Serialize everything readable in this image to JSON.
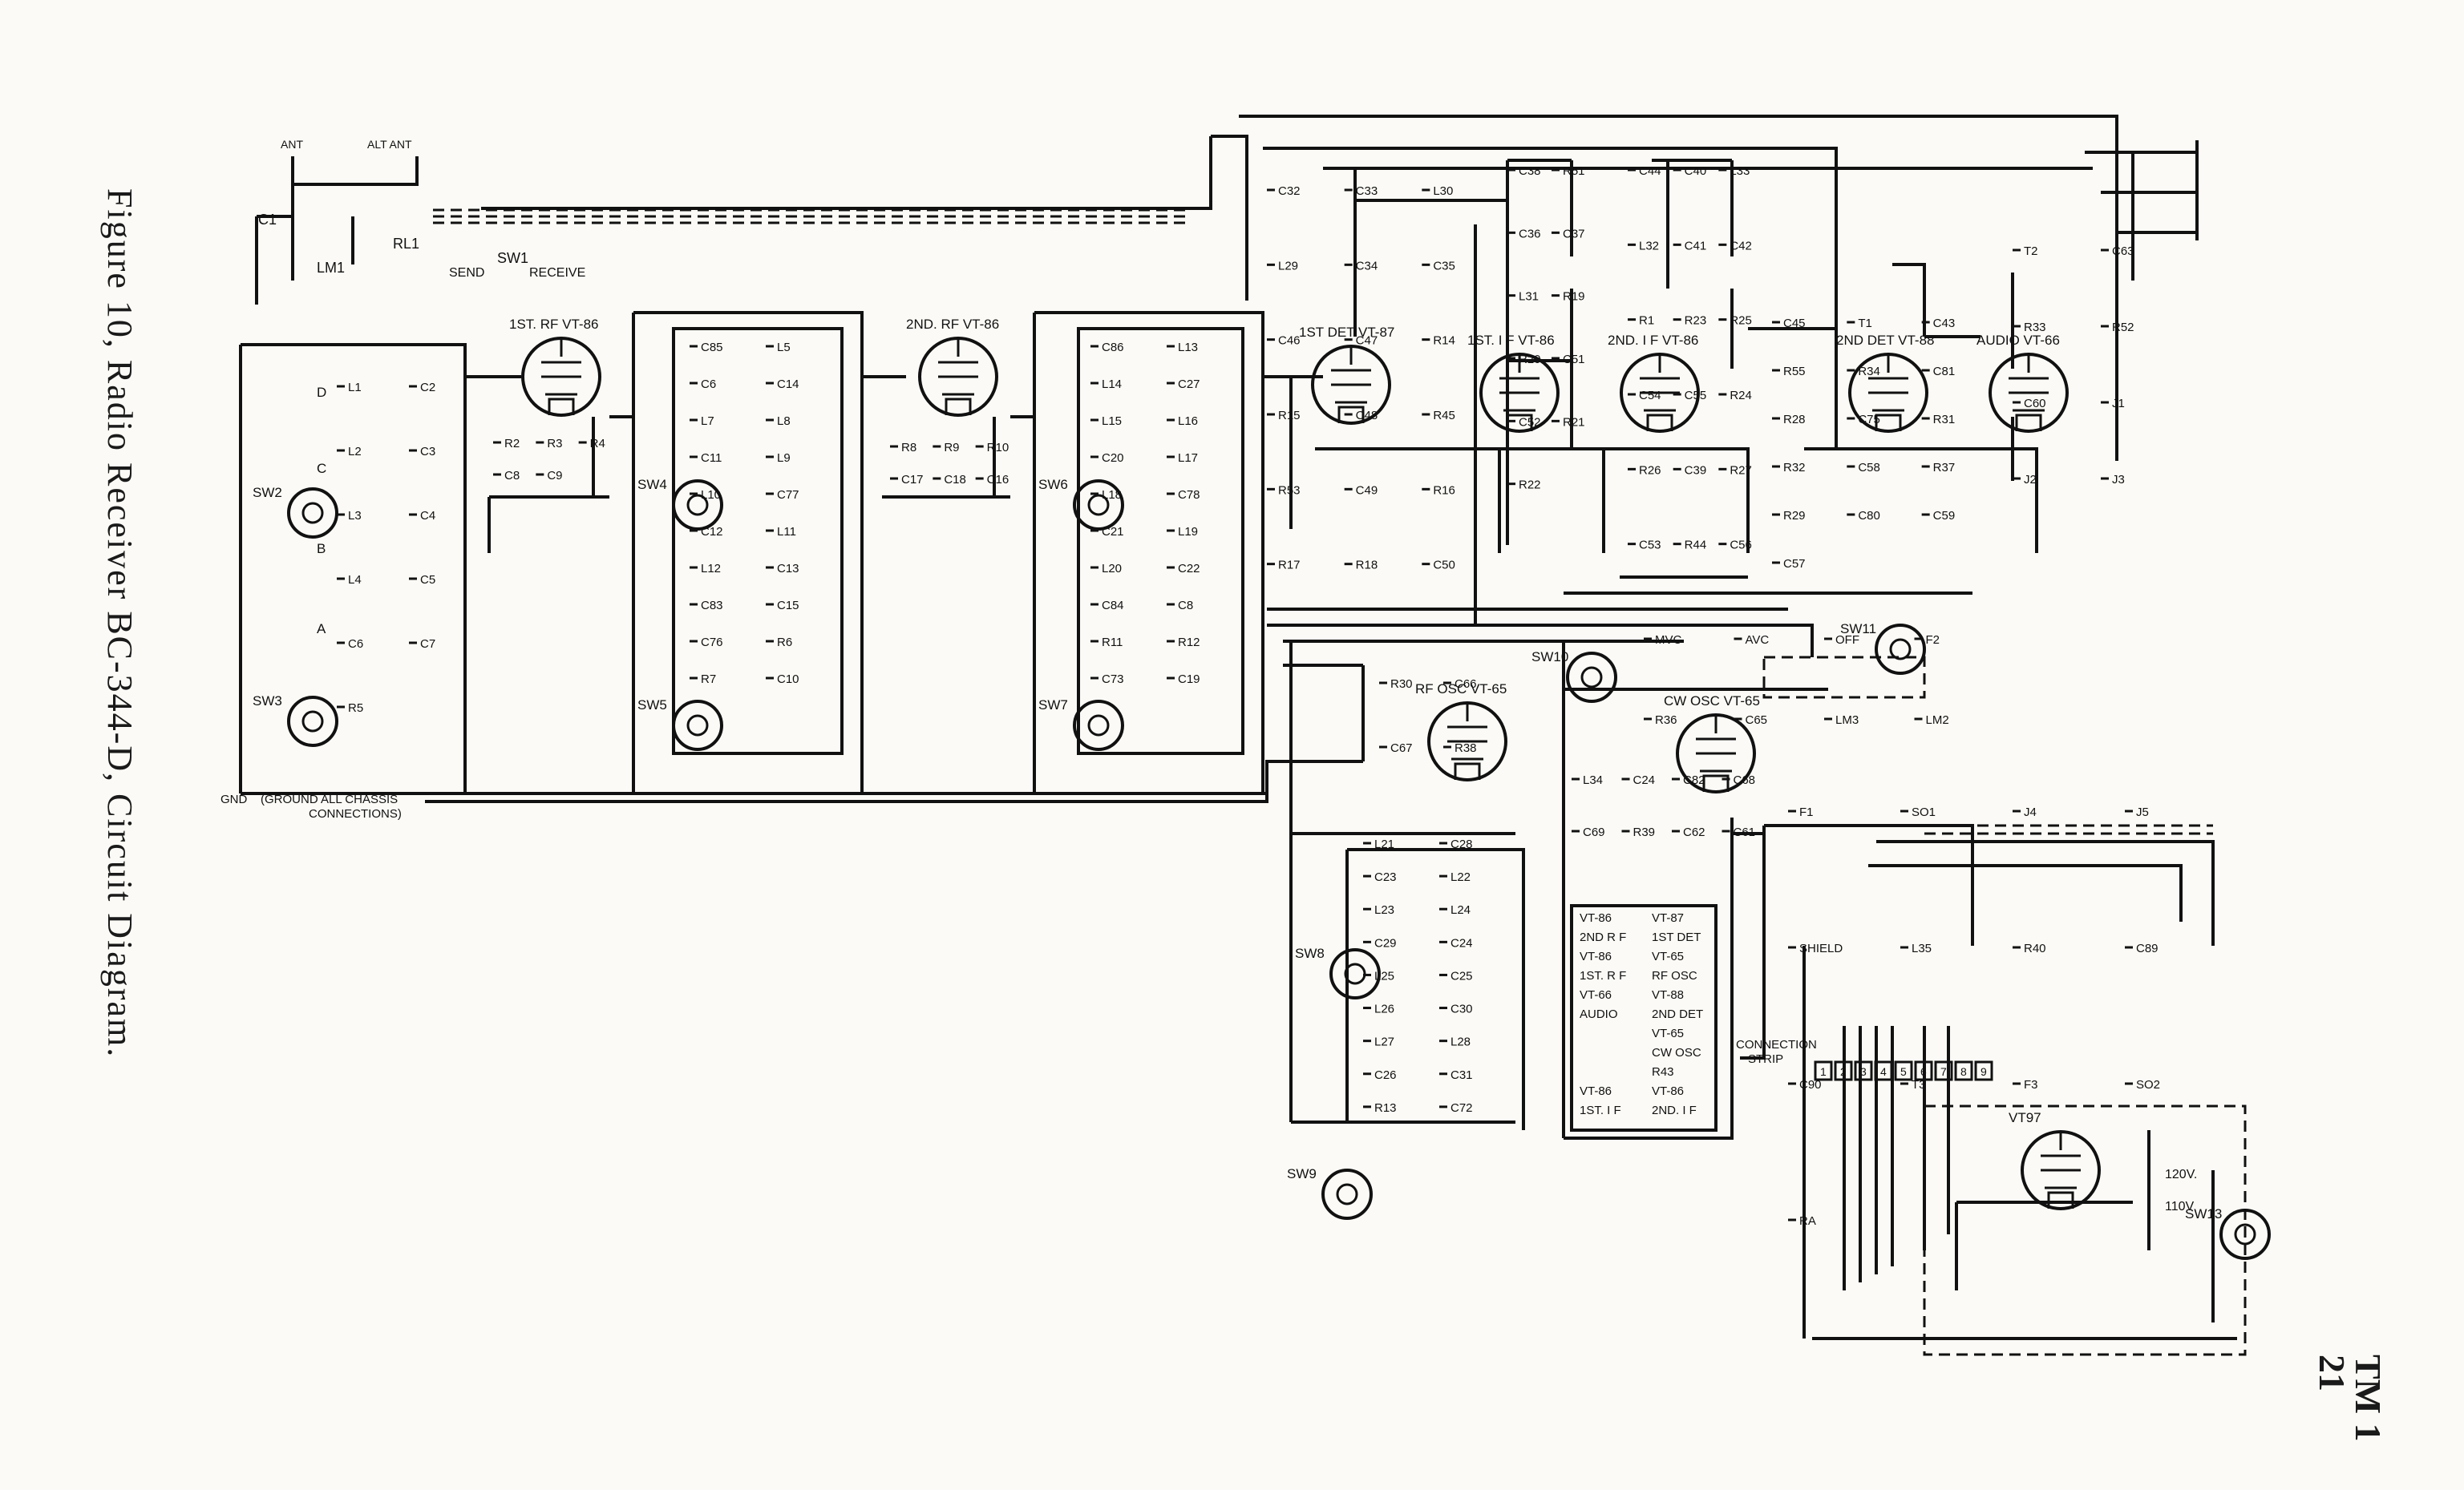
{
  "caption": "Figure 10, Radio Receiver BC-344-D, Circuit Diagram.",
  "page_header": {
    "tm": "TM 1",
    "page_number": "21"
  },
  "antenna": {
    "ant": "ANT",
    "alt_ant": "ALT ANT",
    "c1": "C1",
    "lm1": "LM1",
    "rl1": "RL1",
    "sw1": "SW1",
    "send": "SEND",
    "receive": "RECEIVE"
  },
  "ground_note": {
    "gnd": "GND",
    "note_line1": "(GROUND ALL CHASSIS",
    "note_line2": "CONNECTIONS)"
  },
  "tubes": [
    {
      "id": "rf1",
      "stage": "1ST. RF",
      "type": "VT-86"
    },
    {
      "id": "rf2",
      "stage": "2ND. RF",
      "type": "VT-86"
    },
    {
      "id": "det1",
      "stage": "1ST DET",
      "type": "VT-87"
    },
    {
      "id": "if1",
      "stage": "1ST. I F",
      "type": "VT-86"
    },
    {
      "id": "if2",
      "stage": "2ND. I F",
      "type": "VT-86"
    },
    {
      "id": "det2",
      "stage": "2ND DET",
      "type": "VT-88"
    },
    {
      "id": "audio",
      "stage": "AUDIO",
      "type": "VT-66"
    },
    {
      "id": "rfosc",
      "stage": "RF OSC",
      "type": "VT-65"
    },
    {
      "id": "cwosc",
      "stage": "CW OSC",
      "type": "VT-65"
    },
    {
      "id": "rect",
      "stage": "",
      "type": "VT97"
    }
  ],
  "switches": [
    "SW2",
    "SW3",
    "SW4",
    "SW5",
    "SW6",
    "SW7",
    "SW8",
    "SW9",
    "SW10",
    "SW11",
    "SW13"
  ],
  "band_letters": [
    "D",
    "C",
    "B",
    "A"
  ],
  "components": {
    "block1": [
      "L1",
      "C2",
      "L2",
      "C3",
      "L3",
      "C4",
      "L4",
      "C5",
      "C6",
      "C7",
      "R5"
    ],
    "rf1": [
      "R2",
      "R3",
      "R4",
      "C8",
      "C9"
    ],
    "block2": [
      "C85",
      "L5",
      "C6",
      "C14",
      "L7",
      "L8",
      "C11",
      "L9",
      "L10",
      "C77",
      "C12",
      "L11",
      "L12",
      "C13",
      "C83",
      "C15",
      "C76",
      "R6",
      "R7",
      "C10"
    ],
    "rf2": [
      "R8",
      "R9",
      "R10",
      "C17",
      "C18",
      "C16"
    ],
    "block3": [
      "C86",
      "L13",
      "L14",
      "C27",
      "L15",
      "L16",
      "C20",
      "L17",
      "L18",
      "C78",
      "C21",
      "L19",
      "L20",
      "C22",
      "C84",
      "C8",
      "R11",
      "R12",
      "C73",
      "C19"
    ],
    "det1": [
      "C32",
      "C33",
      "L30",
      "L29",
      "C34",
      "C35",
      "C46",
      "C47",
      "R14",
      "R15",
      "C48",
      "R45",
      "R53",
      "C49",
      "R16",
      "R17",
      "R18",
      "C50"
    ],
    "if1": [
      "C38",
      "R51",
      "C36",
      "C37",
      "L31",
      "R19",
      "R20",
      "C51",
      "C52",
      "R21",
      "R22"
    ],
    "if2": [
      "C44",
      "C40",
      "L33",
      "L32",
      "C41",
      "C42",
      "R1",
      "R23",
      "R25",
      "C54",
      "C55",
      "R24",
      "R26",
      "C39",
      "R27",
      "C53",
      "R44",
      "C56"
    ],
    "det2": [
      "C45",
      "T1",
      "C43",
      "R55",
      "R34",
      "C81",
      "R28",
      "C75",
      "R31",
      "R32",
      "C58",
      "R37",
      "R29",
      "C80",
      "C59",
      "C57"
    ],
    "audio": [
      "T2",
      "C63",
      "R33",
      "R52",
      "C60",
      "J1",
      "J2",
      "J3"
    ],
    "controls": [
      "MVC",
      "AVC",
      "OFF",
      "F2",
      "R36",
      "C65",
      "LM3",
      "LM2"
    ],
    "rfosc": [
      "R30",
      "C66",
      "C67",
      "R38"
    ],
    "cwosc": [
      "L34",
      "C24",
      "C82",
      "C68",
      "C69",
      "R39",
      "C62",
      "C61"
    ],
    "osc_coils": [
      "L21",
      "C28",
      "C23",
      "L22",
      "L23",
      "L24",
      "C29",
      "C24",
      "L25",
      "C25",
      "L26",
      "C30",
      "L27",
      "L28",
      "C26",
      "C31",
      "R13",
      "C72"
    ],
    "power": [
      "F1",
      "SO1",
      "J4",
      "J5",
      "SHIELD",
      "L35",
      "R40",
      "C89",
      "C90",
      "T3",
      "F3",
      "SO2",
      "RA"
    ]
  },
  "tube_table": {
    "rows": [
      [
        "VT-86",
        "VT-87"
      ],
      [
        "2ND R F",
        "1ST DET"
      ],
      [
        "VT-86",
        "VT-65"
      ],
      [
        "1ST. R F",
        "RF OSC"
      ],
      [
        "VT-66",
        "VT-88"
      ],
      [
        "AUDIO",
        "2ND DET"
      ],
      [
        "",
        "VT-65"
      ],
      [
        "",
        "CW OSC"
      ],
      [
        "",
        "R43"
      ],
      [
        "VT-86",
        "VT-86"
      ],
      [
        "1ST. I F",
        "2ND. I F"
      ]
    ]
  },
  "connection_strip": {
    "label_line1": "CONNECTION",
    "label_line2": "STRIP",
    "terminals": [
      "1",
      "2",
      "3",
      "4",
      "5",
      "6",
      "7",
      "8",
      "9"
    ]
  },
  "power_labels": {
    "v120": "120V.",
    "v110": "110V"
  }
}
